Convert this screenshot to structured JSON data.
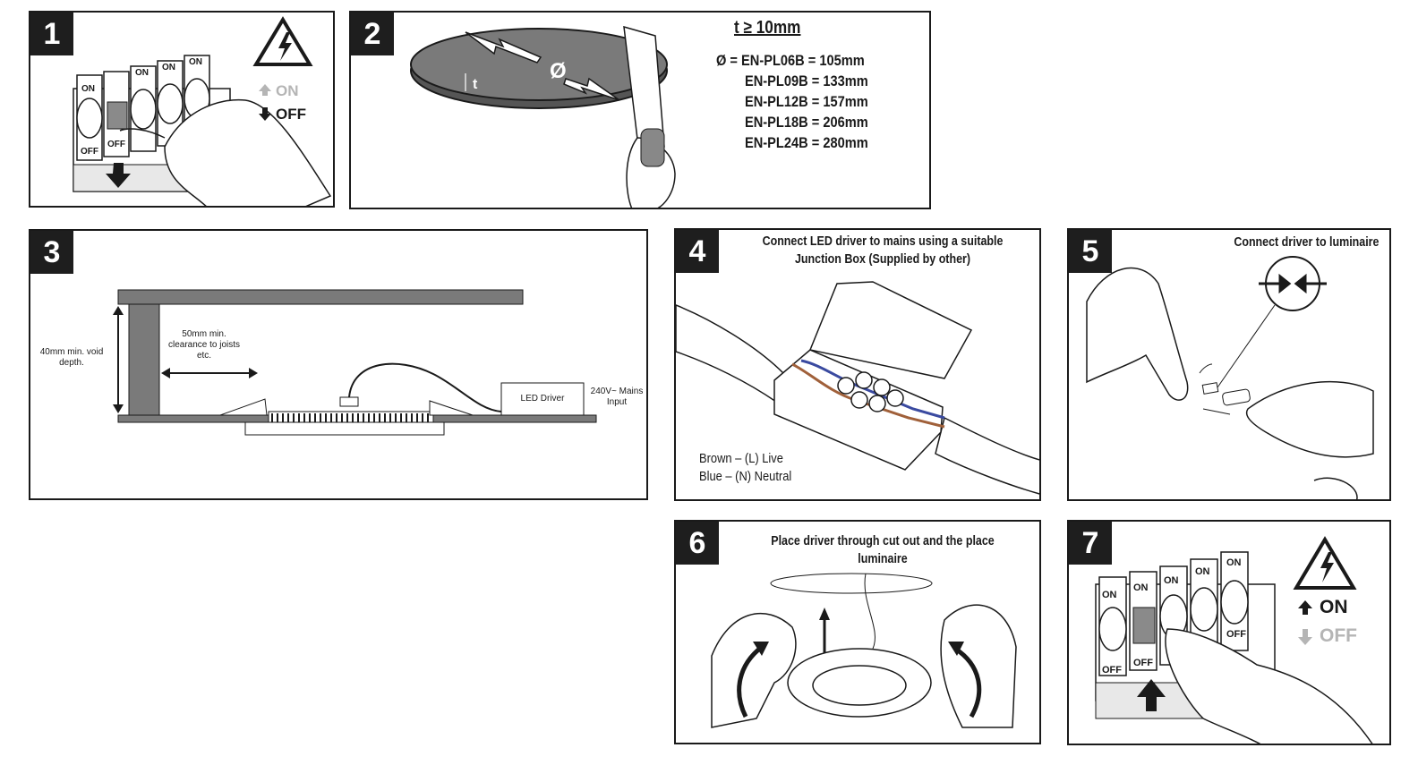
{
  "colors": {
    "ink": "#1a1a1a",
    "grey_fill": "#8a8a8a",
    "light_grey": "#b5b5b5",
    "live": "#a0603a",
    "neutral": "#3a4aa0",
    "accent": "#1e1e1e"
  },
  "step1": {
    "number": "1",
    "switch_on": "ON",
    "switch_off": "OFF",
    "legend_on": "ON",
    "legend_off": "OFF",
    "icons": [
      "warning-high-voltage-icon",
      "arrow-down-icon"
    ]
  },
  "step2": {
    "number": "2",
    "thickness": "t ≥ 10mm",
    "diameter_symbol": "Ø",
    "thickness_symbol": "t",
    "models": [
      {
        "prefix": "Ø = ",
        "text": "EN-PL06B = 105mm"
      },
      {
        "prefix": "",
        "text": "EN-PL09B = 133mm"
      },
      {
        "prefix": "",
        "text": "EN-PL12B = 157mm"
      },
      {
        "prefix": "",
        "text": "EN-PL18B = 206mm"
      },
      {
        "prefix": "",
        "text": "EN-PL24B = 280mm"
      }
    ]
  },
  "step3": {
    "number": "3",
    "void_depth": "40mm min. void depth.",
    "clearance": "50mm min. clearance to joists etc.",
    "driver": "LED Driver",
    "mains": "240V~ Mains Input"
  },
  "step4": {
    "number": "4",
    "caption": "Connect LED driver to mains using a suitable Junction Box (Supplied by other)",
    "live": "Brown – (L) Live",
    "neutral": "Blue – (N) Neutral"
  },
  "step5": {
    "number": "5",
    "caption": "Connect driver to luminaire"
  },
  "step6": {
    "number": "6",
    "caption": "Place driver through cut out and the place luminaire"
  },
  "step7": {
    "number": "7",
    "switch_on": "ON",
    "switch_off": "OFF",
    "legend_on": "ON",
    "legend_off": "OFF"
  }
}
